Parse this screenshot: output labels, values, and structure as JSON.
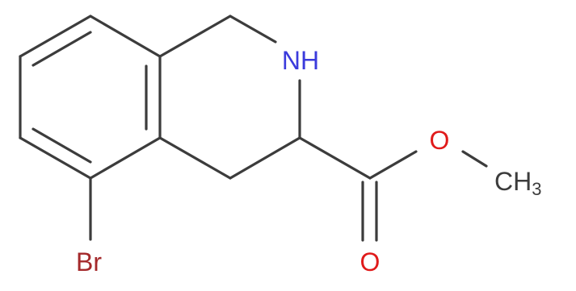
{
  "colors": {
    "background": "#ffffff",
    "bond": "#3c3c3c",
    "nitrogen": "#3b3bdc",
    "oxygen": "#e01a1a",
    "bromine": "#a4292b",
    "carbon": "#3c3c3c"
  },
  "atoms": {
    "nh": {
      "text": "NH",
      "element": "nitrogen"
    },
    "o_ether": {
      "text": "O",
      "element": "oxygen"
    },
    "o_carbonyl": {
      "text": "O",
      "element": "oxygen"
    },
    "methyl": {
      "text": "CH",
      "subscript": "3",
      "element": "carbon"
    },
    "br": {
      "text": "Br",
      "element": "bromine"
    }
  }
}
